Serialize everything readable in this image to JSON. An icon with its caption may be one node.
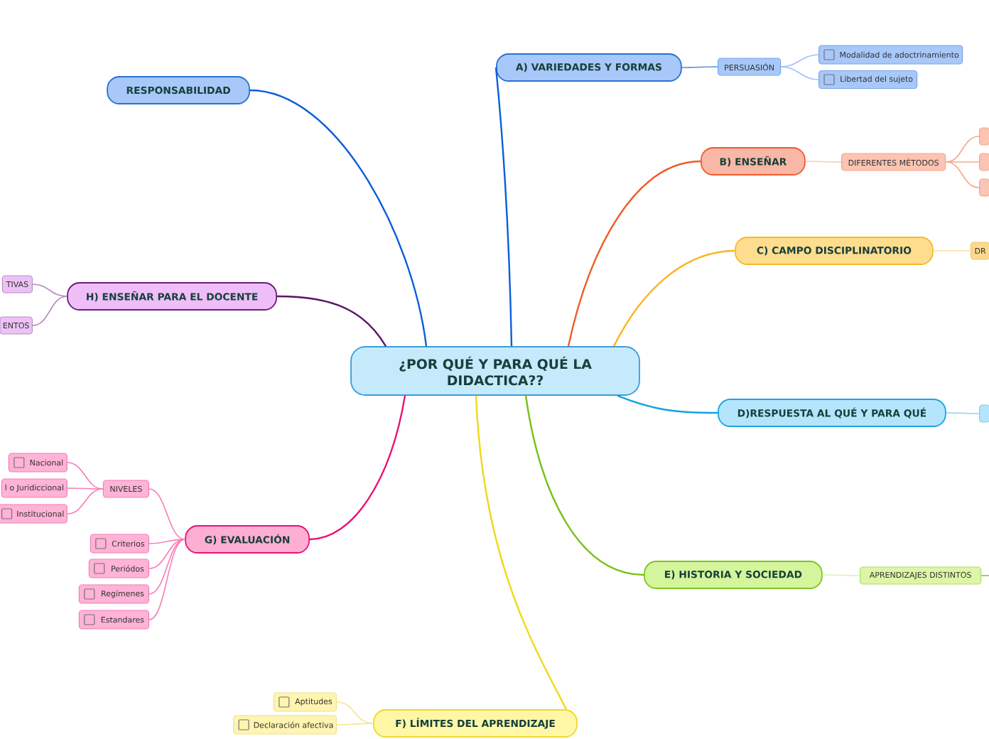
{
  "diagram": {
    "nodes": [
      {
        "text": [
          "¿POR QUÉ Y PARA QUÉ LA DIDACTICA??"
        ]
      },
      {
        "text": [
          "RESPONSABILIDAD"
        ]
      },
      {
        "text": [
          "A) VARIEDADES Y FORMAS"
        ]
      },
      {
        "text": [
          "PERSUASIÓN"
        ]
      },
      {
        "text": [
          "Modalidad de adoctrinamiento"
        ]
      },
      {
        "text": [
          "Libertad del sujeto"
        ]
      },
      {
        "text": [
          "B) ENSEÑAR"
        ]
      },
      {
        "text": [
          "DIFERENTES MÉTODOS"
        ]
      },
      {
        "text": [],
        "shape": "box"
      },
      {
        "text": [],
        "shape": "box"
      },
      {
        "text": [],
        "shape": "box"
      },
      {
        "text": [
          "C) CAMPO DISCIPLINATORIO"
        ]
      },
      {
        "text": [
          "DR"
        ]
      },
      {
        "text": [
          "H) ENSEÑAR PARA EL DOCENTE"
        ]
      },
      {
        "text": [
          "TIVAS"
        ]
      },
      {
        "text": [
          "ENTOS"
        ]
      },
      {
        "text": [
          "D)RESPUESTA AL QUÉ Y PARA QUÉ"
        ]
      },
      {
        "text": [],
        "shape": "box"
      },
      {
        "text": [
          "NIVELES"
        ]
      },
      {
        "text": [
          "Nacional"
        ]
      },
      {
        "text": [
          "l o Juridiccional"
        ]
      },
      {
        "text": [
          "Institucional"
        ]
      },
      {
        "text": [
          "G) EVALUACIÓN"
        ]
      },
      {
        "text": [
          "Criterios"
        ]
      },
      {
        "text": [
          "Periódos"
        ]
      },
      {
        "text": [
          "Regímenes"
        ]
      },
      {
        "text": [
          "Estandares"
        ]
      },
      {
        "text": [
          "E) HISTORIA Y SOCIEDAD"
        ]
      },
      {
        "text": [
          "APRENDIZAJES DISTINTOS"
        ]
      },
      {
        "text": [
          "Aptitudes"
        ]
      },
      {
        "text": [
          "F) LÍMITES DEL APRENDIZAJE"
        ]
      },
      {
        "text": [
          "Declaración afectiva"
        ]
      }
    ],
    "edges": [
      {
        "from": 0,
        "to": 1,
        "arrow": "none",
        "color": "#0b5ed8"
      },
      {
        "from": 0,
        "to": 2,
        "arrow": "none",
        "color": "#0b5ed8"
      },
      {
        "from": 2,
        "to": 3,
        "arrow": "none",
        "color": "#4c8ee0"
      },
      {
        "from": 3,
        "to": 4,
        "arrow": "none",
        "color": "#9fc2f4"
      },
      {
        "from": 3,
        "to": 5,
        "arrow": "none",
        "color": "#9fc2f4"
      },
      {
        "from": 0,
        "to": 6,
        "arrow": "none",
        "color": "#f05a24"
      },
      {
        "from": 6,
        "to": 7,
        "arrow": "none",
        "color": "#fcc8b6"
      },
      {
        "from": 7,
        "to": 8,
        "arrow": "none",
        "color": "#f8a589"
      },
      {
        "from": 7,
        "to": 9,
        "arrow": "none",
        "color": "#f8a589"
      },
      {
        "from": 7,
        "to": 10,
        "arrow": "none",
        "color": "#f8a589"
      },
      {
        "from": 0,
        "to": 11,
        "arrow": "none",
        "color": "#fbb41a"
      },
      {
        "from": 11,
        "to": 12,
        "arrow": "none",
        "color": "#fde0a0"
      },
      {
        "from": 0,
        "to": 13,
        "arrow": "none",
        "color": "#5a1466"
      },
      {
        "from": 13,
        "to": 14,
        "arrow": "none",
        "color": "#b689c0"
      },
      {
        "from": 13,
        "to": 15,
        "arrow": "none",
        "color": "#b689c0"
      },
      {
        "from": 0,
        "to": 16,
        "arrow": "none",
        "color": "#13a2e2"
      },
      {
        "from": 16,
        "to": 17,
        "arrow": "none",
        "color": "#8fd3f3"
      },
      {
        "from": 0,
        "to": 22,
        "arrow": "none",
        "color": "#ec0f74"
      },
      {
        "from": 22,
        "to": 18,
        "arrow": "none",
        "color": "#f77db7"
      },
      {
        "from": 18,
        "to": 19,
        "arrow": "none",
        "color": "#f77db7"
      },
      {
        "from": 18,
        "to": 20,
        "arrow": "none",
        "color": "#f77db7"
      },
      {
        "from": 18,
        "to": 21,
        "arrow": "none",
        "color": "#f77db7"
      },
      {
        "from": 22,
        "to": 23,
        "arrow": "none",
        "color": "#f77db7"
      },
      {
        "from": 22,
        "to": 24,
        "arrow": "none",
        "color": "#f77db7"
      },
      {
        "from": 22,
        "to": 25,
        "arrow": "none",
        "color": "#f77db7"
      },
      {
        "from": 22,
        "to": 26,
        "arrow": "none",
        "color": "#f77db7"
      },
      {
        "from": 0,
        "to": 27,
        "arrow": "none",
        "color": "#7bbf16"
      },
      {
        "from": 27,
        "to": 28,
        "arrow": "none",
        "color": "#dcf3ad"
      },
      {
        "from": 28,
        "to": null,
        "arrow": "none",
        "color": "#8cc63f"
      },
      {
        "from": 0,
        "to": 30,
        "arrow": "none",
        "color": "#f0d81a"
      },
      {
        "from": 30,
        "to": 29,
        "arrow": "none",
        "color": "#f2e58a"
      },
      {
        "from": 30,
        "to": 31,
        "arrow": "none",
        "color": "#f2e58a"
      }
    ]
  }
}
